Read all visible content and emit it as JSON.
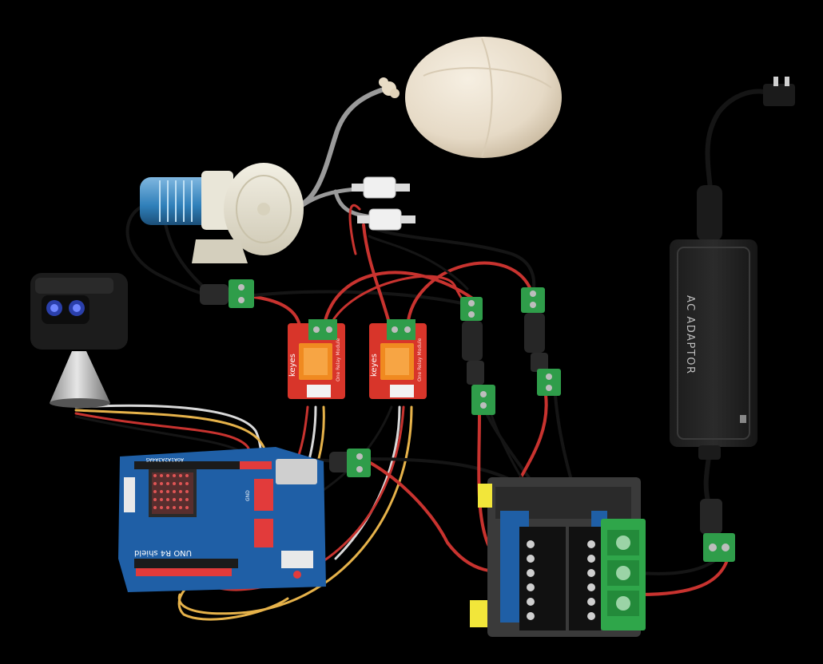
{
  "diagram": {
    "background": "#000000",
    "wire_colors": {
      "red": "#c8332f",
      "black": "#151515",
      "white": "#d9d9d9",
      "yellow": "#e6b24a",
      "gray": "#9a9a9a"
    },
    "components": {
      "balloon": {
        "icon": "balloon"
      },
      "air_pump": {
        "icon": "air-pump-motor"
      },
      "valves": [
        {
          "icon": "solenoid-valve"
        },
        {
          "icon": "solenoid-valve"
        }
      ],
      "camera": {
        "icon": "webcam-sensor"
      },
      "relay_modules": [
        {
          "brand": "keyes",
          "module_text": "One Relay Module"
        },
        {
          "brand": "keyes",
          "module_text": "One Relay Module"
        }
      ],
      "dc_jacks": [
        {
          "icon": "dc-barrel-jack"
        },
        {
          "icon": "dc-barrel-jack"
        },
        {
          "icon": "dc-barrel-jack"
        },
        {
          "icon": "dc-barrel-jack"
        },
        {
          "icon": "dc-barrel-jack"
        }
      ],
      "arduino_shield": {
        "label": "UNO R4 shield",
        "pin_label": "A0A1A2A3A4A5",
        "io_label": "GND"
      },
      "terminal_block": {
        "icon": "power-distribution-terminal-block"
      },
      "ac_adaptor": {
        "label": "AC ADAPTOR"
      },
      "ac_plug": {
        "icon": "ac-plug"
      }
    }
  }
}
